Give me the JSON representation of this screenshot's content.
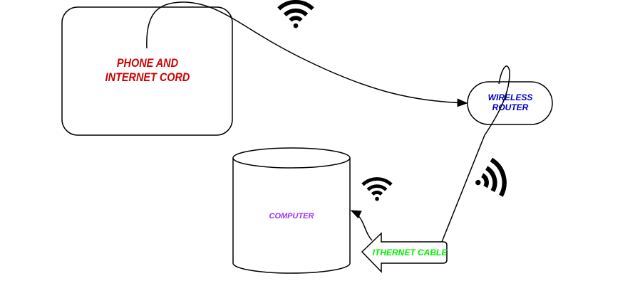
{
  "nodes": {
    "phone_cord": {
      "label_line1": "PHONE AND",
      "label_line2": "INTERNET CORD",
      "color": "#cc0000"
    },
    "router": {
      "label_line1": "WIRELESS",
      "label_line2": "ROUTER",
      "color": "#0000cc"
    },
    "computer": {
      "label": "COMPUTER",
      "color": "#9933ff"
    },
    "ethernet": {
      "label": "ITHERNET CABLE",
      "color": "#00ee00"
    }
  },
  "icons": [
    "wifi-icon",
    "wifi-icon",
    "wifi-icon"
  ]
}
